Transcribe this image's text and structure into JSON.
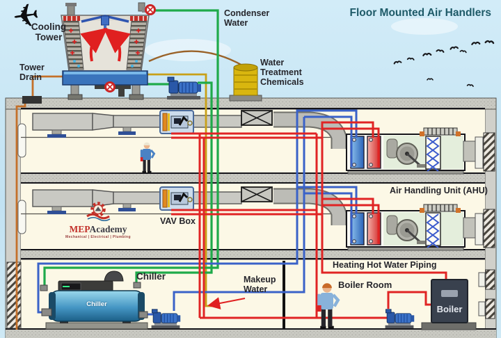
{
  "title": "Floor Mounted Air Handlers",
  "outdoor": {
    "cooling_tower": "Cooling Tower",
    "tower_drain": "Tower Drain",
    "condenser_water": "Condenser Water",
    "water_treatment": "Water Treatment Chemicals"
  },
  "floors": {
    "vav_box": "VAV Box",
    "ahu": "Air Handling Unit (AHU)"
  },
  "basement": {
    "chiller_label": "Chiller",
    "chiller_unit_text": "Chiller",
    "makeup_water": "Makeup Water",
    "heating_piping": "Heating Hot Water Piping",
    "boiler_room": "Boiler Room",
    "boiler_unit_text": "Boiler"
  },
  "logo": {
    "mep": "MEP",
    "academy": "Academy",
    "tagline": "Mechanical | Electrical | Plumbing"
  },
  "colors": {
    "condenser_water_green": "#1faa4a",
    "chilled_water_blue": "#3a62c8",
    "heating_water_red": "#e02424",
    "tower_drain_orange": "#c4702a",
    "makeup_water_gold": "#c8a018",
    "title_teal": "#1e5a68",
    "sky": "#cfe9f5"
  }
}
